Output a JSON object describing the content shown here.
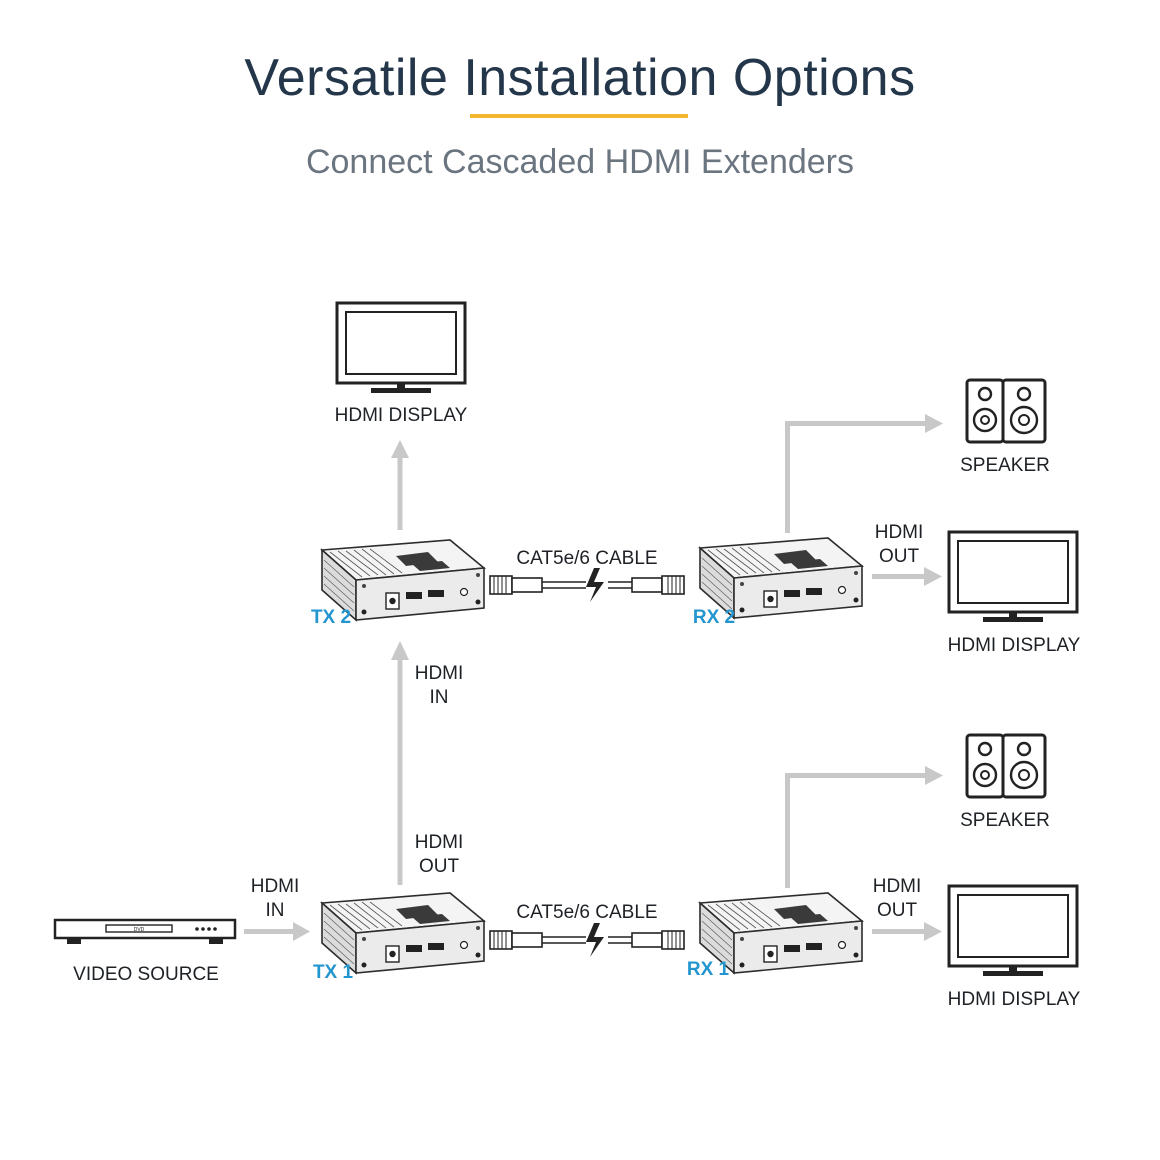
{
  "header": {
    "title": "Versatile Installation Options",
    "subtitle": "Connect Cascaded HDMI Extenders"
  },
  "colors": {
    "title": "#23364a",
    "accent_bar": "#f2b72e",
    "subtitle": "#6b7580",
    "unit_label": "#2496cf",
    "arrow": "#c8c8c8"
  },
  "labels": {
    "video_source": "VIDEO SOURCE",
    "hdmi_in_source_line1": "HDMI",
    "hdmi_in_source_line2": "IN",
    "tx1": "TX 1",
    "tx2": "TX 2",
    "rx1": "RX 1",
    "rx2": "RX 2",
    "tx1_out_line1": "HDMI",
    "tx1_out_line2": "OUT",
    "tx2_in_line1": "HDMI",
    "tx2_in_line2": "IN",
    "cable_bottom": "CAT5e/6 CABLE",
    "cable_top": "CAT5e/6 CABLE",
    "display_top": "HDMI DISPLAY",
    "rx2_out_line1": "HDMI",
    "rx2_out_line2": "OUT",
    "rx1_out_line1": "HDMI",
    "rx1_out_line2": "OUT",
    "display_rx2": "HDMI DISPLAY",
    "display_rx1": "HDMI DISPLAY",
    "speaker_rx2": "SPEAKER",
    "speaker_rx1": "SPEAKER",
    "dvd_text": "DVD"
  }
}
